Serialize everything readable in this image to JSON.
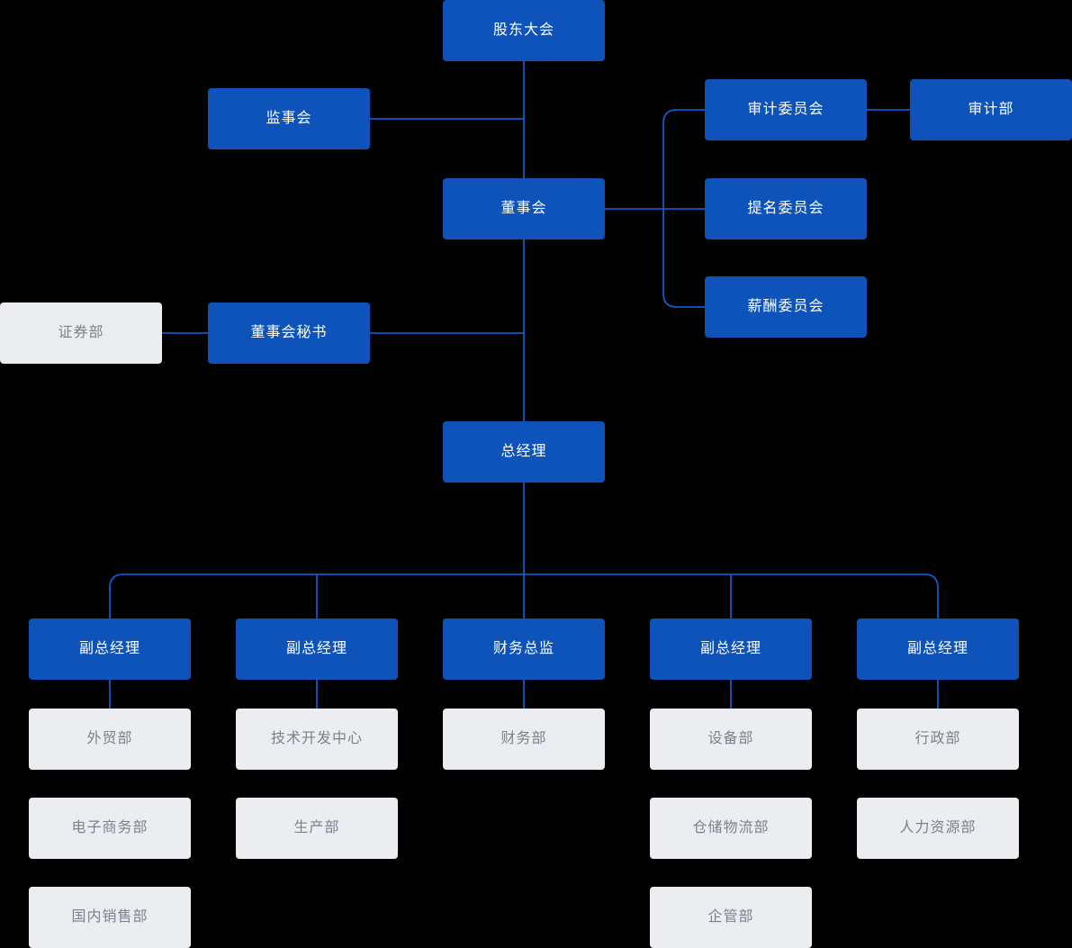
{
  "colors": {
    "node_primary": "#0d53ba",
    "node_secondary": "#ebedf1",
    "line": "#1159c8",
    "text_primary": "#ffffff",
    "text_secondary": "#7b828c",
    "background": "#000000"
  },
  "nodes": {
    "shareholders_meeting": "股东大会",
    "supervisory_board": "监事会",
    "board_of_directors": "董事会",
    "audit_committee": "审计委员会",
    "audit_department": "审计部",
    "nomination_committee": "提名委员会",
    "remuneration_committee": "薪酬委员会",
    "board_secretary": "董事会秘书",
    "securities_department": "证券部",
    "general_manager": "总经理",
    "deputy_gm_1": "副总经理",
    "deputy_gm_2": "副总经理",
    "finance_director": "财务总监",
    "deputy_gm_3": "副总经理",
    "deputy_gm_4": "副总经理",
    "foreign_trade_department": "外贸部",
    "ecommerce_department": "电子商务部",
    "domestic_sales_department": "国内销售部",
    "tech_development_center": "技术开发中心",
    "production_department": "生产部",
    "finance_department": "财务部",
    "equipment_department": "设备部",
    "warehouse_logistics_department": "仓储物流部",
    "enterprise_management_department": "企管部",
    "admin_department": "行政部",
    "hr_department": "人力资源部"
  }
}
